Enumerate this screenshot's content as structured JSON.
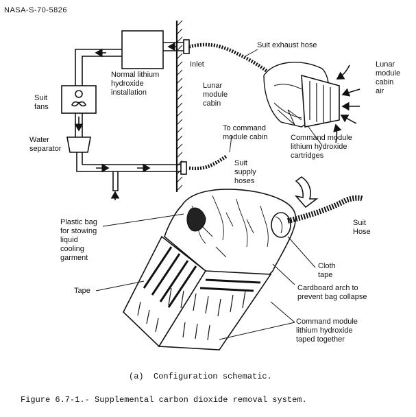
{
  "document_id": "NASA-S-70-5826",
  "labels": {
    "suit_exhaust_hose": "Suit exhaust hose",
    "inlet": "Inlet",
    "normal_lioh": "Normal lithium\nhydroxide\ninstallation",
    "lunar_module_cabin": "Lunar\nmodule\ncabin",
    "lunar_module_cabin_air": "Lunar\nmodule\ncabin\nair",
    "suit_fans": "Suit\nfans",
    "water_separator": "Water\nseparator",
    "to_command_module_cabin": "To command\nmodule cabin",
    "cm_lioh_cartridges": "Command module\nlithium hydroxide\ncartridges",
    "suit_supply_hoses": "Suit\nsupply\nhoses",
    "plastic_bag": "Plastic bag\nfor stowing\nliquid\ncooling\ngarment",
    "suit_hose": "Suit\nHose",
    "cloth_tape": "Cloth\ntape",
    "tape": "Tape",
    "cardboard_arch": "Cardboard arch to\nprevent bag collapse",
    "cm_lioh_taped": "Command module\nlithium hydroxide\ntaped together"
  },
  "caption": {
    "subcaption": "(a)  Configuration schematic.",
    "figure_caption": "Figure 6.7-1.- Supplemental carbon dioxide removal system."
  },
  "style": {
    "ink": "#111111",
    "paper": "#ffffff"
  }
}
